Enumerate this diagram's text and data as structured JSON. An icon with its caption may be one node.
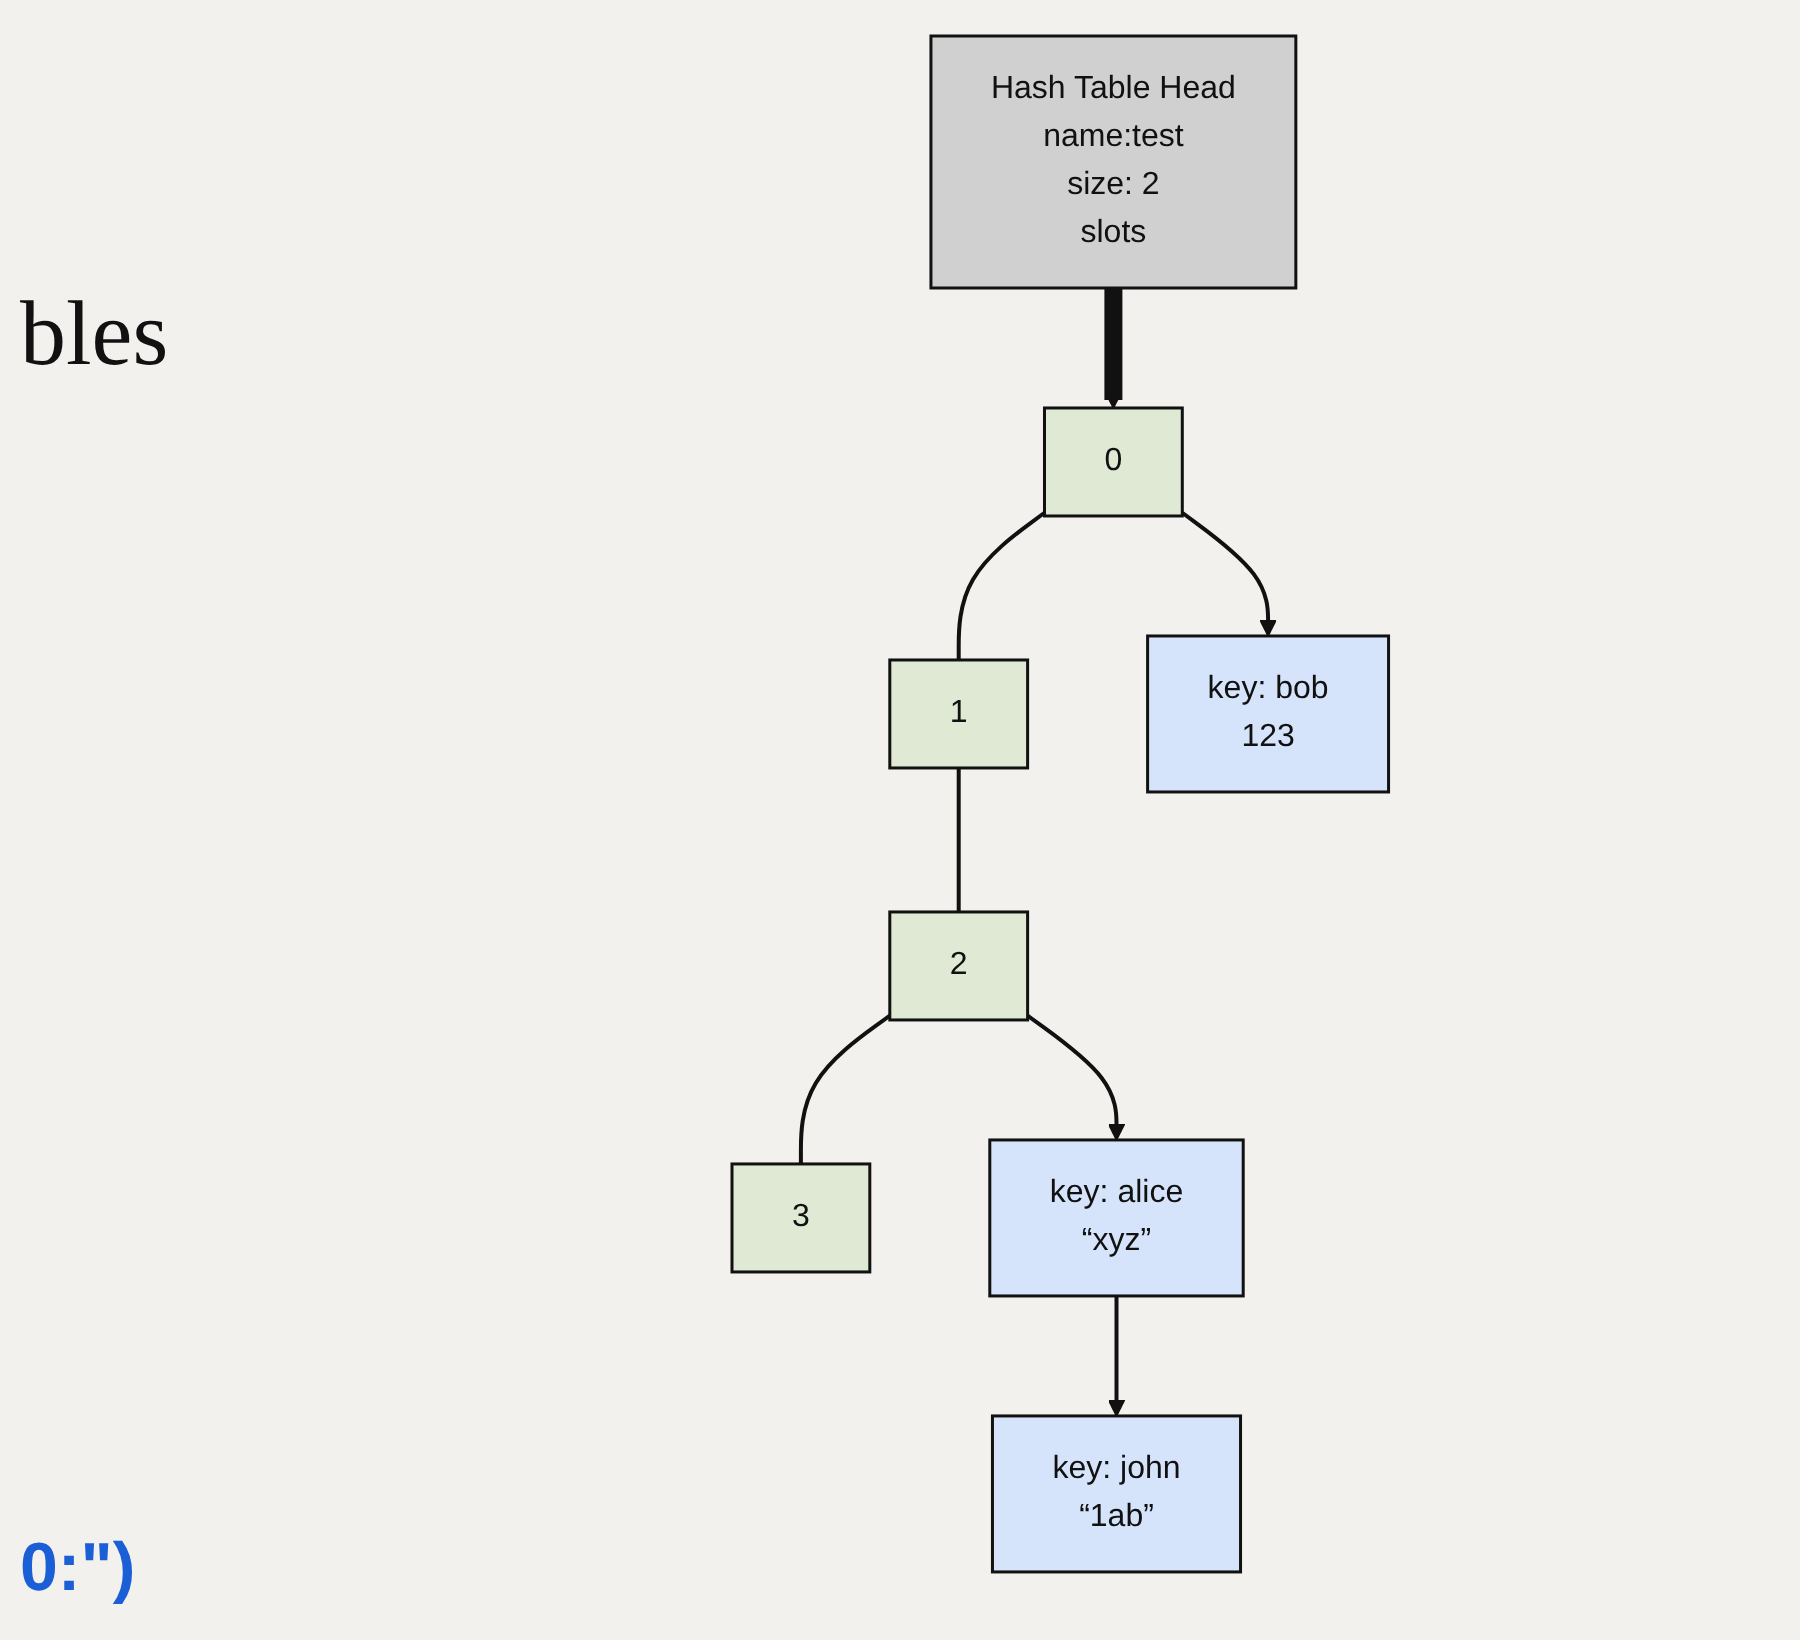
{
  "diagram": {
    "nodes": [
      {
        "text": [
          "Hash Table Head",
          "name:test",
          "size: 2",
          "slots"
        ]
      },
      {
        "text": [
          "0"
        ]
      },
      {
        "text": [
          "1"
        ]
      },
      {
        "text": [
          "2"
        ]
      },
      {
        "text": [
          "3"
        ]
      },
      {
        "text": [
          "key: bob",
          "123"
        ]
      },
      {
        "text": [
          "key: alice",
          "“xyz”"
        ]
      },
      {
        "text": [
          "key: john",
          "“1ab”"
        ]
      }
    ],
    "edges": [
      {
        "from": 0,
        "to": 1,
        "arrow": "to",
        "style": "thick"
      },
      {
        "from": 1,
        "to": 2,
        "arrow": "none"
      },
      {
        "from": 2,
        "to": 3,
        "arrow": "none"
      },
      {
        "from": 3,
        "to": 4,
        "arrow": "none"
      },
      {
        "from": 1,
        "to": 5,
        "arrow": "to"
      },
      {
        "from": 3,
        "to": 6,
        "arrow": "to"
      },
      {
        "from": 6,
        "to": 7,
        "arrow": "to"
      }
    ],
    "labels": [
      "bles",
      "0:\")"
    ]
  }
}
